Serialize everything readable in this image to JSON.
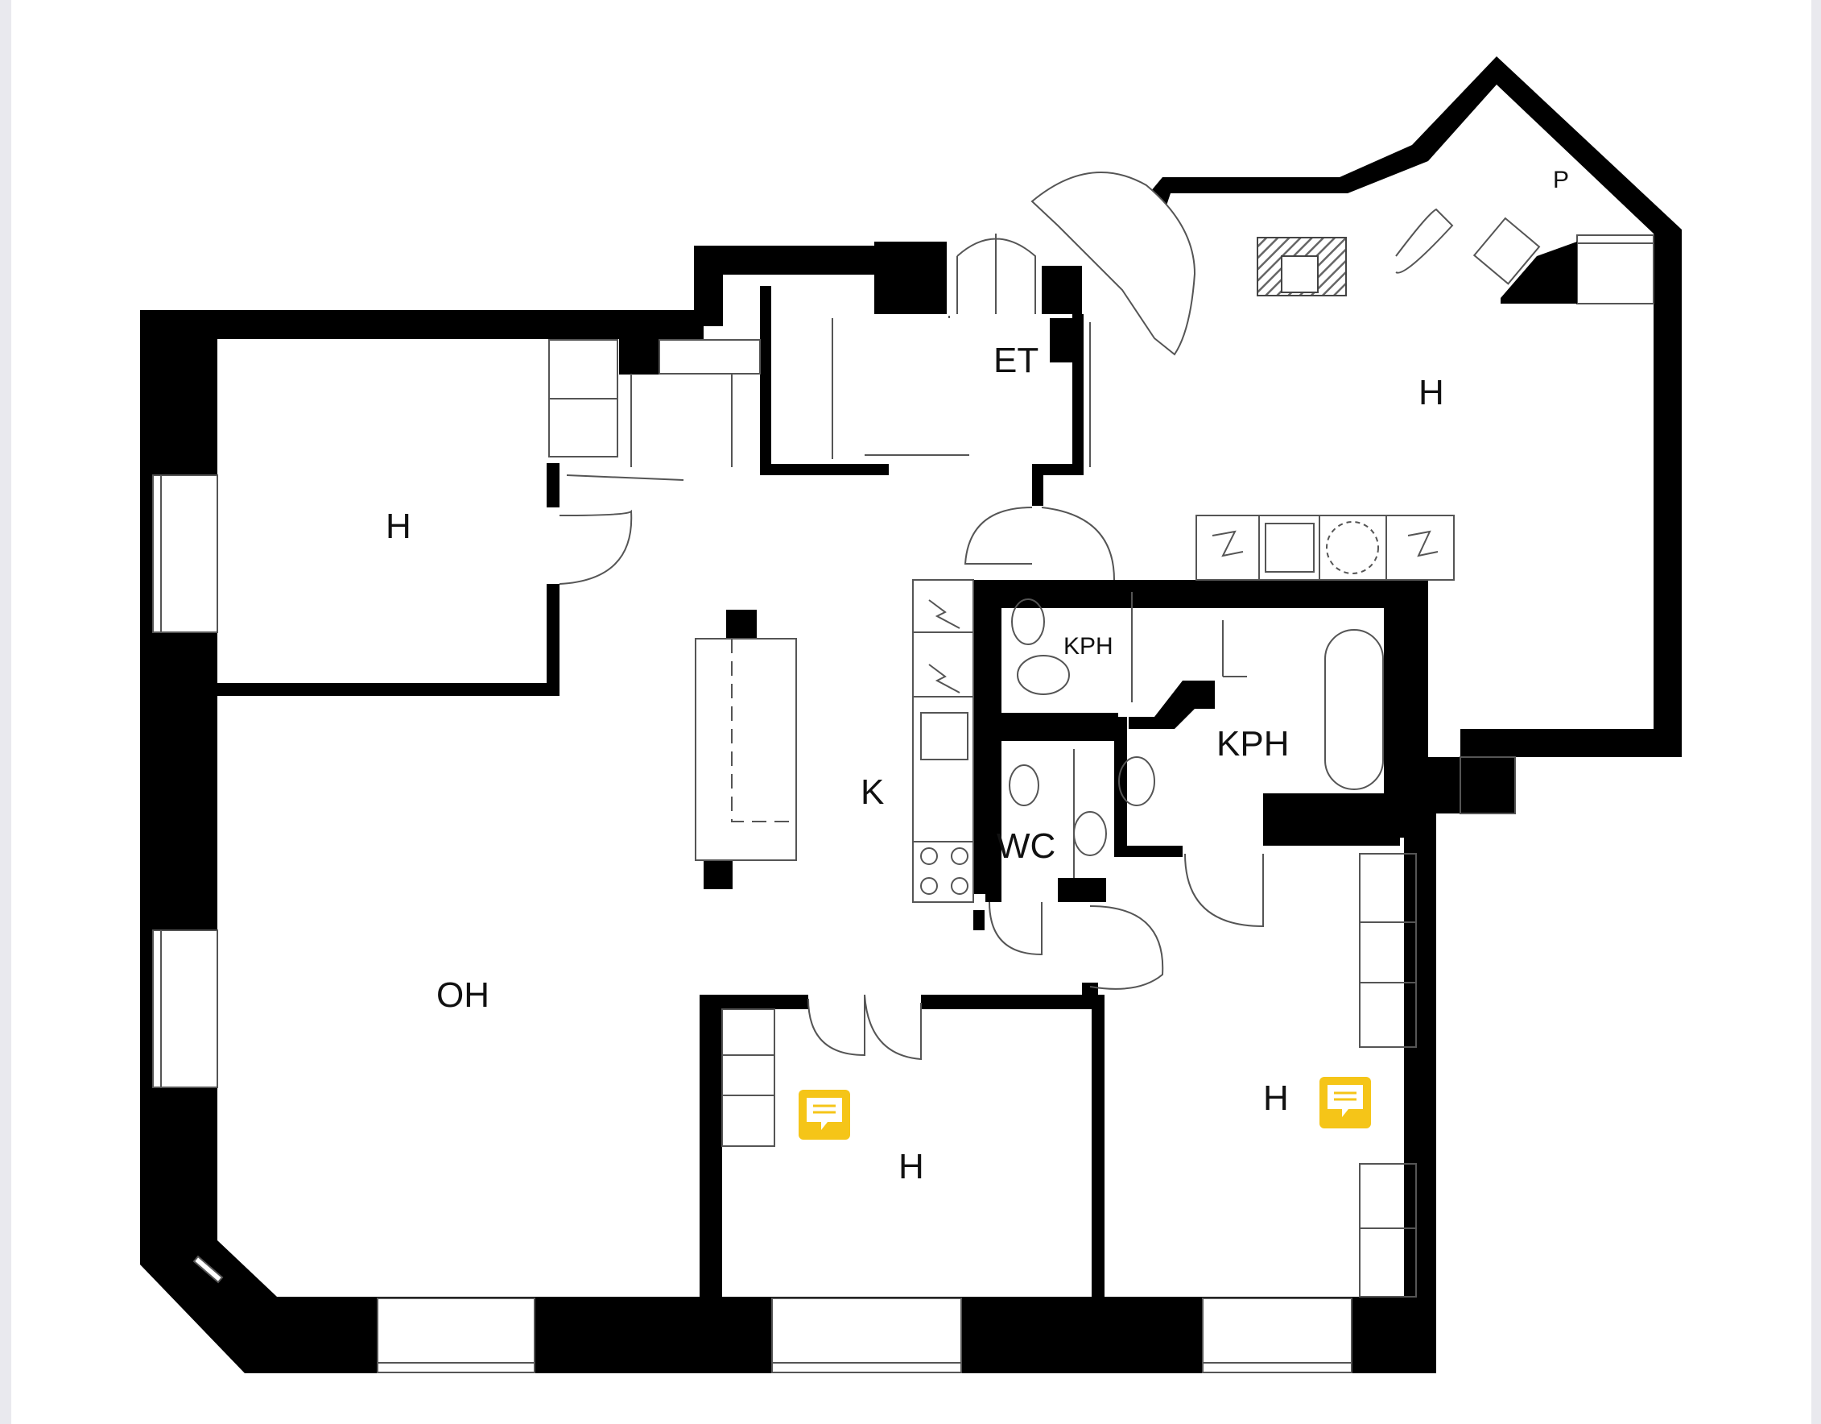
{
  "plan": {
    "rooms": [
      {
        "id": "et",
        "label": "ET",
        "size": 44
      },
      {
        "id": "h-nw",
        "label": "H",
        "size": 44
      },
      {
        "id": "h-ne",
        "label": "H",
        "size": 44
      },
      {
        "id": "p",
        "label": "P",
        "size": 30
      },
      {
        "id": "k",
        "label": "K",
        "size": 44
      },
      {
        "id": "kph-small",
        "label": "KPH",
        "size": 30
      },
      {
        "id": "kph-large",
        "label": "KPH",
        "size": 44
      },
      {
        "id": "wc",
        "label": "WC",
        "size": 44
      },
      {
        "id": "oh",
        "label": "OH",
        "size": 44
      },
      {
        "id": "h-s",
        "label": "H",
        "size": 44
      },
      {
        "id": "h-se",
        "label": "H",
        "size": 44
      }
    ],
    "colors": {
      "wall": "#000000",
      "line": "#555555",
      "note": "#f5c518",
      "paper": "#ffffff",
      "viewer": "#e9e9ee"
    },
    "notes": [
      {
        "id": "note-1",
        "icon": "comment-icon"
      },
      {
        "id": "note-2",
        "icon": "comment-icon"
      }
    ]
  }
}
